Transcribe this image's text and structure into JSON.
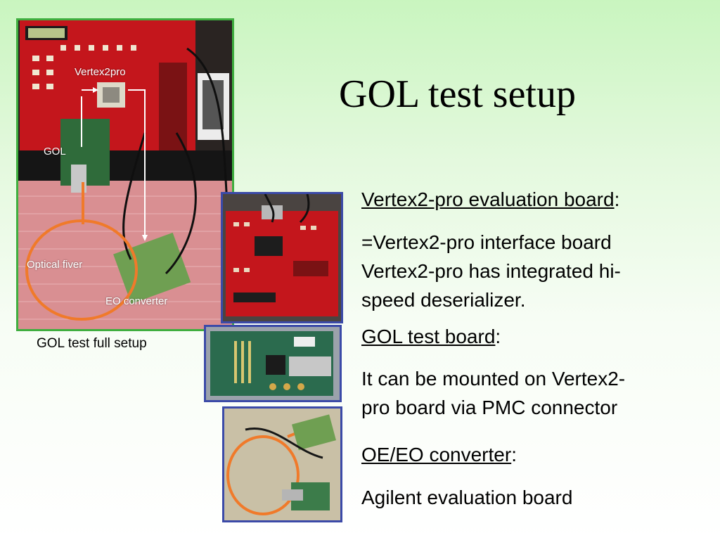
{
  "slide": {
    "title": "GOL test setup"
  },
  "photo_main": {
    "labels": {
      "vertex": "Vertex2pro",
      "gol": "GOL",
      "fiber": "Optical fiver",
      "eo": "EO converter"
    },
    "caption": "GOL test full setup"
  },
  "sections": {
    "vertex_heading": "Vertex2-pro evaluation board",
    "vertex_colon": ":",
    "vertex_line1": "=Vertex2-pro interface board",
    "vertex_line2": "Vertex2-pro has integrated  hi-",
    "vertex_line3": "speed deserializer.",
    "gol_heading": "GOL test board",
    "gol_colon": ":",
    "gol_line1": "It can be mounted on Vertex2-",
    "gol_line2": "pro board via PMC connector",
    "oe_heading": "OE/EO converter",
    "oe_colon": ":",
    "oe_line1": "Agilent evaluation board"
  },
  "colors": {
    "background_top": "#c9f5bf",
    "main_photo_border": "#3fae3f",
    "photo_border": "#3b4aa8",
    "board_red": "#c4161c",
    "board_green": "#2f6b3a",
    "fiber_orange": "#f07a2a"
  }
}
